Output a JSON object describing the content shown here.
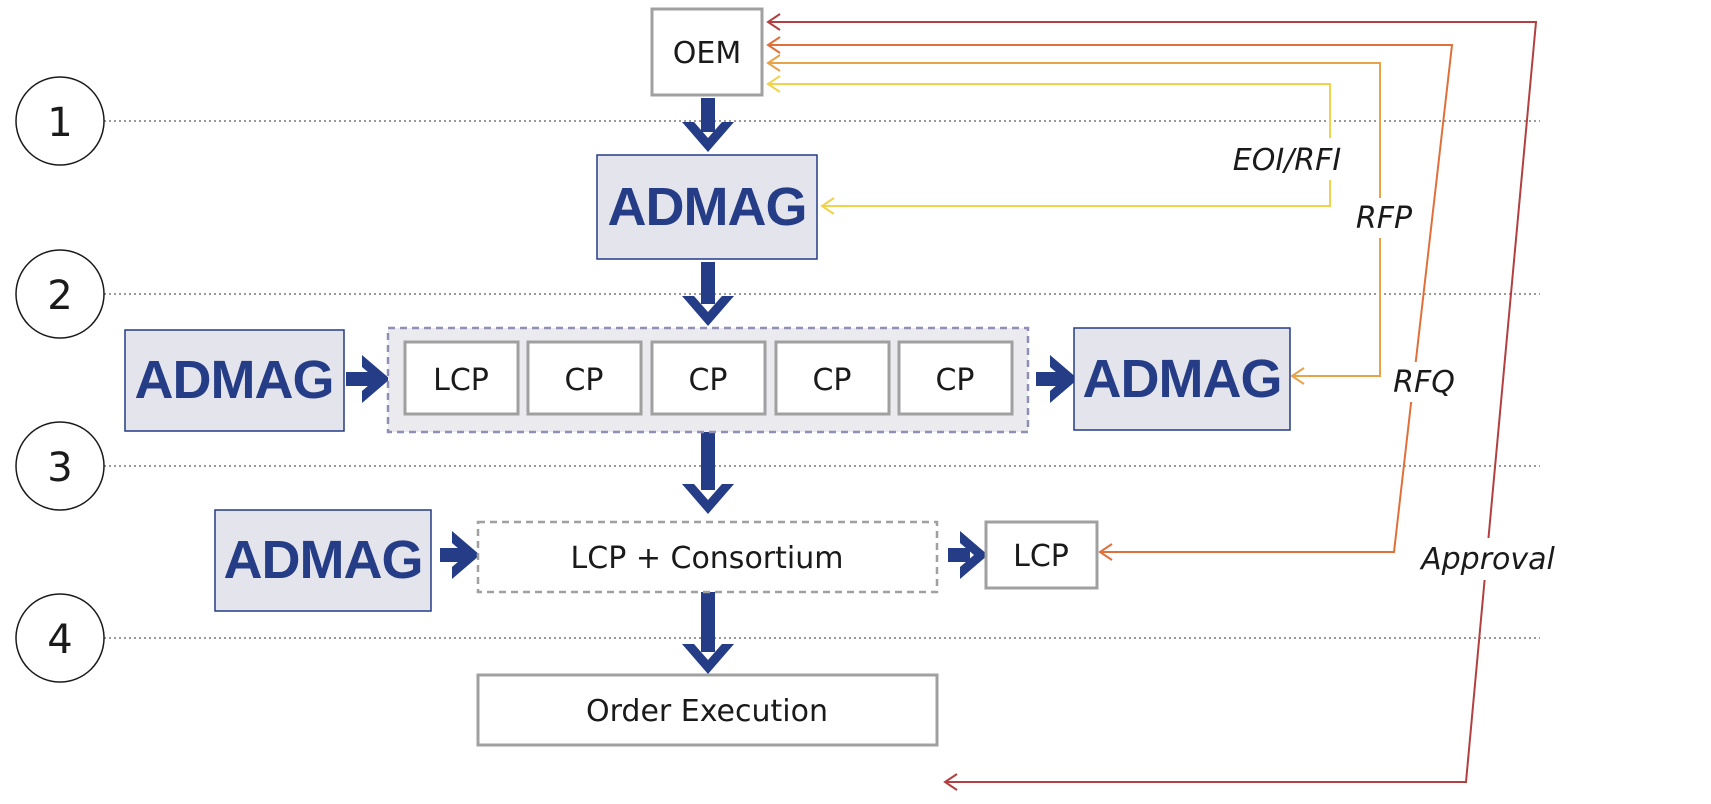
{
  "stages": [
    "1",
    "2",
    "3",
    "4"
  ],
  "nodes": {
    "oem": "OEM",
    "admag_top": "ADMAG",
    "admag_left_row": "ADMAG",
    "admag_right_row": "ADMAG",
    "admag_bottom": "ADMAG",
    "partner_boxes": [
      "LCP",
      "CP",
      "CP",
      "CP",
      "CP"
    ],
    "consortium": "LCP + Consortium",
    "lcp_single": "LCP",
    "order_execution": "Order Execution"
  },
  "feedback_labels": {
    "eoi_rfi": "EOI/RFI",
    "rfp": "RFP",
    "rfq": "RFQ",
    "approval": "Approval"
  },
  "colors": {
    "flow_arrow": "#253c86",
    "admag_fill": "#e4e4ec",
    "admag_text": "#253c86",
    "box_border": "#a0a0a0",
    "group_dashed": "#8e8fb5",
    "eoi_rfi_line": "#f2d24a",
    "rfp_line": "#e8a24a",
    "rfq_line": "#e0703a",
    "approval_line": "#b24040",
    "stage_line": "#9a9a9a"
  }
}
